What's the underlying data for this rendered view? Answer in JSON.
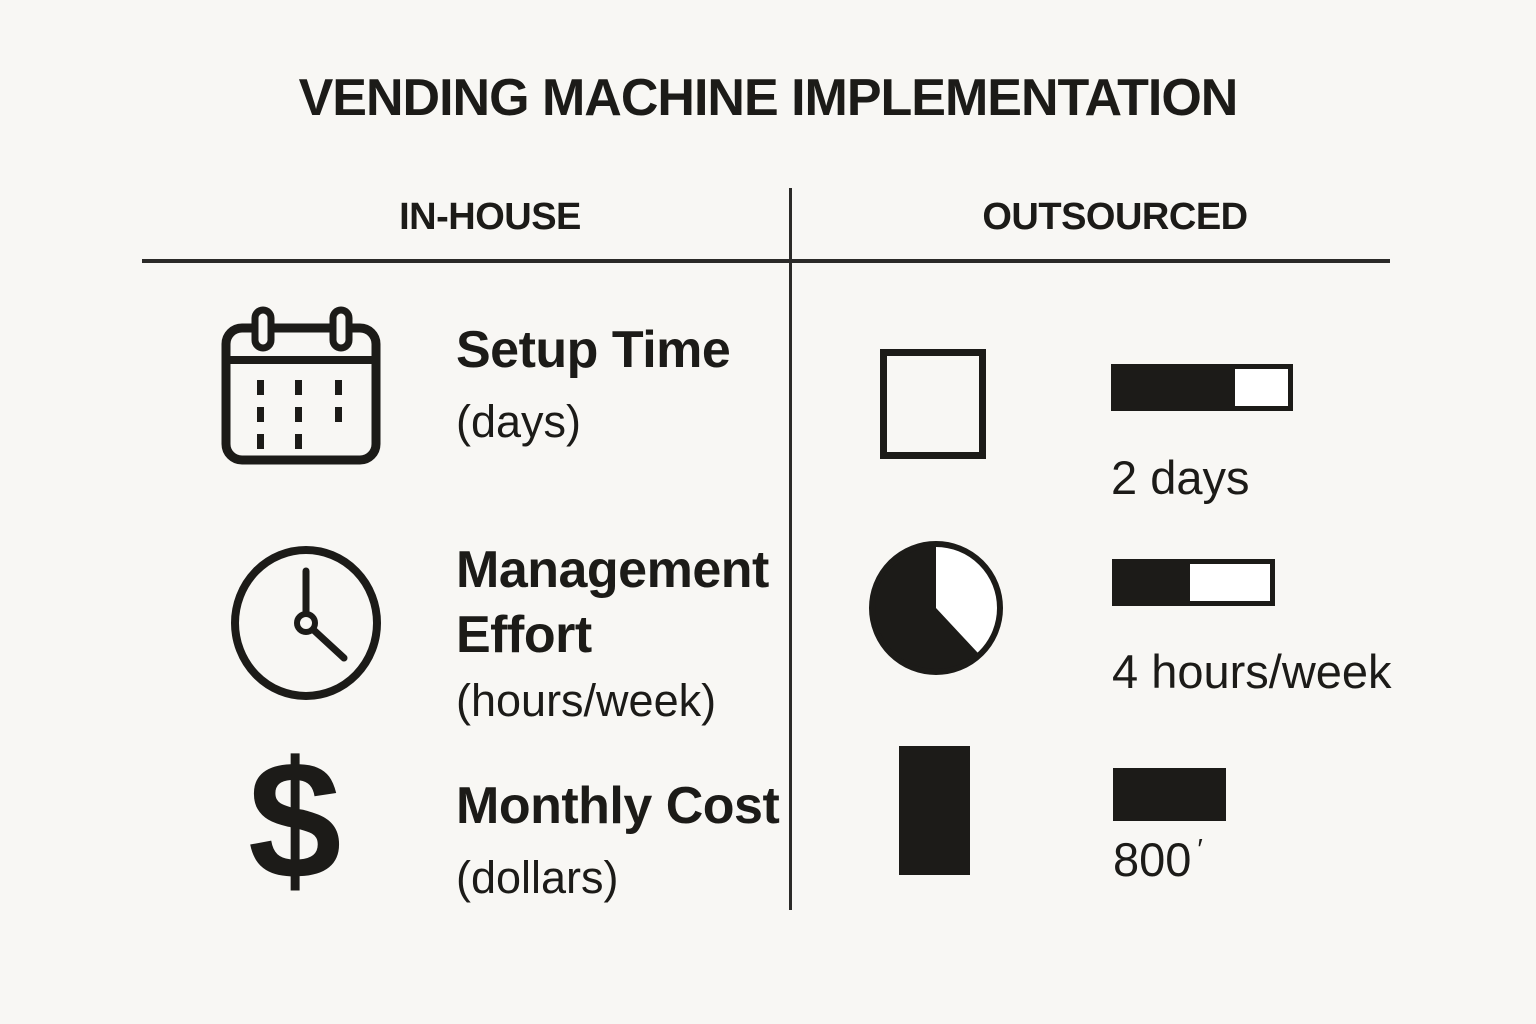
{
  "title": "VENDING MACHINE IMPLEMENTATION",
  "columns": {
    "in_house": "IN-HOUSE",
    "outsourced": "OUTSOURCED"
  },
  "colors": {
    "background": "#f8f7f4",
    "ink": "#1c1b18",
    "divider": "#2b2a28"
  },
  "rows": [
    {
      "metric": "Setup Time",
      "unit": "(days)",
      "left_icon": "calendar-icon",
      "outsourced_indicator": "empty-square",
      "gauge_fill_pct": 69,
      "value": "2 days",
      "value_mark": ""
    },
    {
      "metric": "Management Effort",
      "unit": "(hours/week)",
      "left_icon": "clock-icon",
      "outsourced_indicator": "pie-chart-62pct-filled",
      "gauge_fill_pct": 48,
      "value": "4 hours/week",
      "value_mark": ""
    },
    {
      "metric": "Monthly Cost",
      "unit": "(dollars)",
      "left_icon": "dollar-sign-icon",
      "dollar_glyph": "$",
      "outsourced_indicator": "solid-column",
      "gauge_fill_pct": 100,
      "value": "800",
      "value_mark": "′"
    }
  ]
}
